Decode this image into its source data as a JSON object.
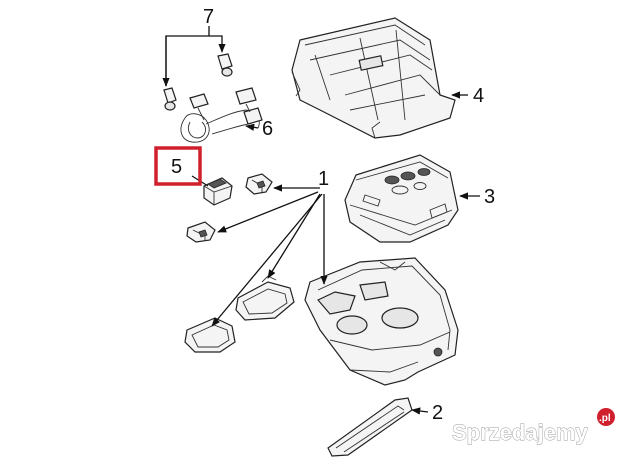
{
  "callouts": {
    "c1": "1",
    "c2": "2",
    "c3": "3",
    "c4": "4",
    "c5": "5",
    "c6": "6",
    "c7": "7"
  },
  "highlight": {
    "color": "#d0202e",
    "callout": "5"
  },
  "watermark": {
    "text": "Sprzedajemy",
    "suffix": ".pl",
    "badge_color": "#d0202e"
  }
}
